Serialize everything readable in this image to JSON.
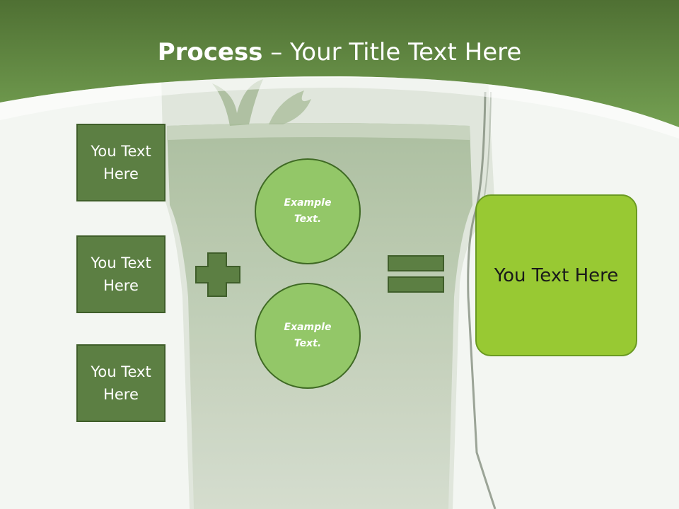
{
  "title": {
    "bold": "Process",
    "rest": " – Your Title Text Here"
  },
  "inputs": [
    {
      "label": "You Text Here"
    },
    {
      "label": "You Text Here"
    },
    {
      "label": "You Text Here"
    }
  ],
  "circles": [
    {
      "label": "Example Text."
    },
    {
      "label": "Example Text."
    }
  ],
  "result": {
    "label": "You Text Here"
  },
  "colors": {
    "header_green": "#6a9a4e",
    "box_green": "#5c7f43",
    "circle_green": "#93c768",
    "result_green": "#98c933"
  },
  "icons": {
    "plus": "plus-icon",
    "equals": "equals-icon"
  }
}
